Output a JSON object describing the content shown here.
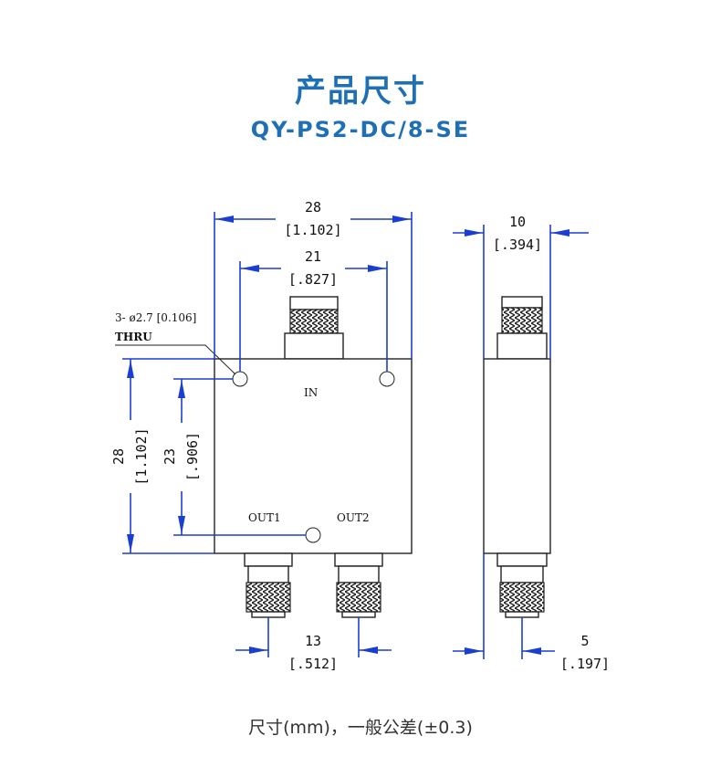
{
  "header": {
    "title": "产品尺寸",
    "model": "QY-PS2-DC/8-SE"
  },
  "front_view": {
    "width": {
      "mm": "28",
      "inch": "[1.102]"
    },
    "hole_span": {
      "mm": "21",
      "inch": "[.827]"
    },
    "height": {
      "mm": "28",
      "inch": "[1.102]"
    },
    "hole_vertical": {
      "mm": "23",
      "inch": "[.906]"
    },
    "out_spacing": {
      "mm": "13",
      "inch": "[.512]"
    },
    "hole_note_line1": "3- ø2.7 [0.106]",
    "hole_note_line2": "THRU",
    "port_in": "IN",
    "port_out1": "OUT1",
    "port_out2": "OUT2"
  },
  "side_view": {
    "thickness": {
      "mm": "10",
      "inch": "[.394]"
    },
    "offset": {
      "mm": "5",
      "inch": "[.197]"
    }
  },
  "footer": {
    "note": "尺寸(mm)，一般公差(±0.3)"
  },
  "colors": {
    "title": "#1f6fb5",
    "dimension_line": "#1a3fd0"
  }
}
